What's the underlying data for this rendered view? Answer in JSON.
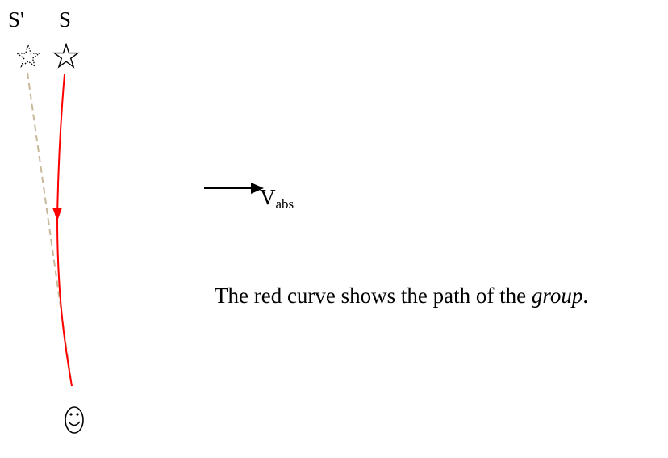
{
  "labels": {
    "source_prime": "S'",
    "source": "S",
    "velocity_main": "V",
    "velocity_sub": "abs"
  },
  "caption": {
    "before": "The red curve shows the path of the ",
    "emphasis": "group",
    "after": "."
  },
  "colors": {
    "group_path": "#ff0000",
    "apparent_path": "#c8b89a",
    "ink": "#000000"
  },
  "icons": {
    "source_star": "outline-star",
    "apparent_source_star": "dotted-star",
    "observer": "smiley-face"
  }
}
